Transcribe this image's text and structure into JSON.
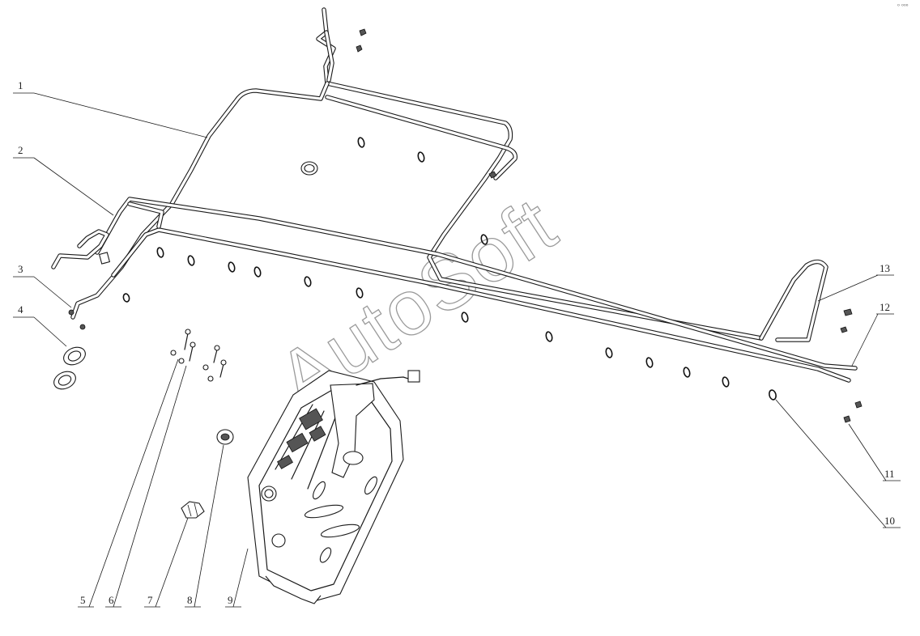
{
  "diagram": {
    "callouts": [
      "1",
      "2",
      "3",
      "4",
      "5",
      "6",
      "7",
      "8",
      "9",
      "10",
      "11",
      "12",
      "13"
    ]
  },
  "watermark": {
    "text": "AutoSoft"
  },
  "corner_mark": {
    "text": "⁰ ⁰⁰⁰"
  }
}
